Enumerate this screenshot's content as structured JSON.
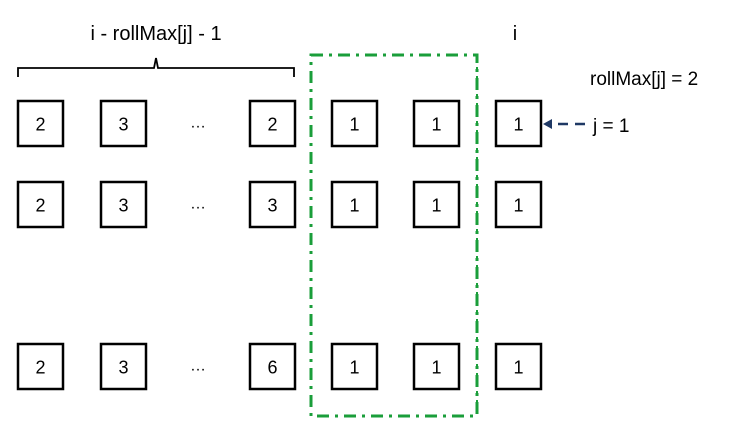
{
  "labels": {
    "bracket_label": "i - rollMax[j] - 1",
    "column_label": "i",
    "rollmax_label": "rollMax[j] = 2",
    "j_label": "j = 1",
    "ellipsis": "…"
  },
  "colors": {
    "highlight_box": "#1a9e3a",
    "arrow": "#1f3864",
    "cell_border": "#000000"
  },
  "rows": [
    {
      "cells": [
        "2",
        "3",
        "2",
        "1",
        "1",
        "1"
      ]
    },
    {
      "cells": [
        "2",
        "3",
        "3",
        "1",
        "1",
        "1"
      ]
    },
    {
      "cells": [
        "2",
        "3",
        "6",
        "1",
        "1",
        "1"
      ]
    }
  ]
}
